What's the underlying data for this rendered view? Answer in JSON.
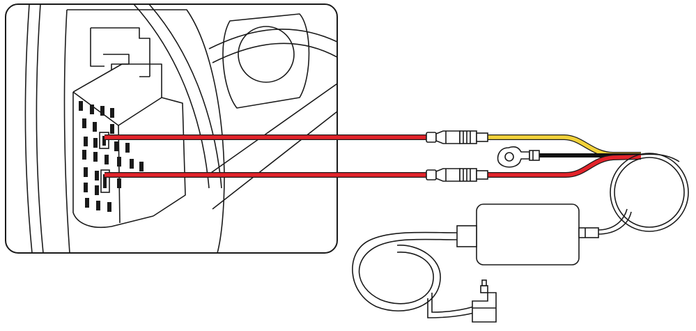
{
  "colors": {
    "outline": "#1a1a1a",
    "red_wire": "#e2232a",
    "yellow_wire": "#f2d23a",
    "black_wire": "#111111",
    "background": "#ffffff"
  },
  "icons": {
    "fuse_box": "fuse-box-panel",
    "add_a_fuse": "add-a-fuse-connector",
    "ground_ring": "ground-ring-terminal",
    "converter": "hardwire-converter-box",
    "plug": "usb-right-angle-plug"
  }
}
